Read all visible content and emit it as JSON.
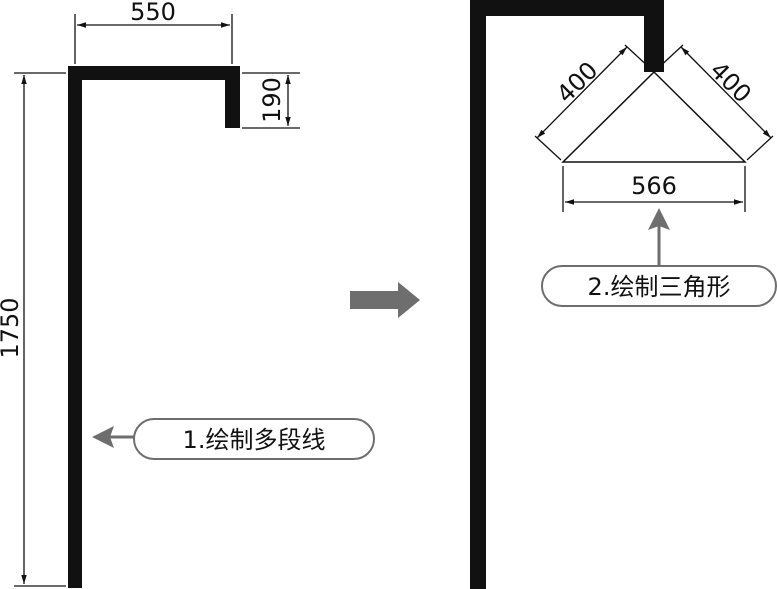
{
  "left_figure": {
    "dim_width": "550",
    "dim_height": "1750",
    "dim_hook": "190",
    "callout": "1.绘制多段线"
  },
  "right_figure": {
    "dim_side_left": "400",
    "dim_side_right": "400",
    "dim_base": "566",
    "callout": "2.绘制三角形"
  },
  "colors": {
    "line": "#111111",
    "arrow_fill": "#6e6e6e"
  }
}
